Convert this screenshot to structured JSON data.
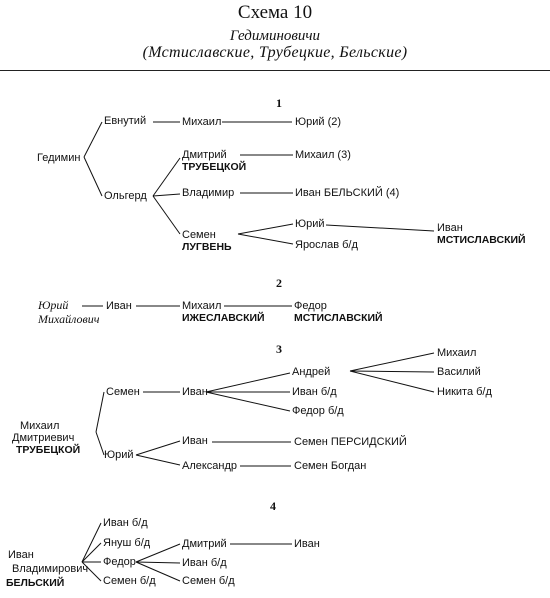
{
  "header": {
    "title": "Схема 10",
    "subtitle": "Гедиминовичи",
    "subtitle2": "(Мстиславские, Трубецкие, Бельские)"
  },
  "s1": {
    "num": "1",
    "gedimin": "Гедимин",
    "evnutiy": "Евнутий",
    "mikhail": "Михаил",
    "yuriy2": "Юрий (2)",
    "olgerd": "Ольгерд",
    "dmitriy": "Дмитрий",
    "trubetskoy": "ТРУБЕЦКОЙ",
    "mikhail3": "Михаил (3)",
    "vladimir": "Владимир",
    "ivan_belsky": "Иван БЕЛЬСКИЙ (4)",
    "semen": "Семен",
    "lugven": "ЛУГВЕНЬ",
    "yuriy": "Юрий",
    "ivan": "Иван",
    "mstislavsky": "МСТИСЛАВСКИЙ",
    "yaroslav": "Ярослав б/д"
  },
  "s2": {
    "num": "2",
    "yuriy": "Юрий",
    "mikhailovich": "Михайлович",
    "ivan": "Иван",
    "mikhail": "Михаил",
    "izheslavsky": "ИЖЕСЛАВСКИЙ",
    "fedor": "Федор",
    "mstislavsky": "МСТИСЛАВСКИЙ"
  },
  "s3": {
    "num": "3",
    "mikhail": "Михаил",
    "dmitrievich": "Дмитриевич",
    "trubetskoy": "ТРУБЕЦКОЙ",
    "semen": "Семен",
    "ivan": "Иван",
    "andrey": "Андрей",
    "mikhail2": "Михаил",
    "vasiliy": "Василий",
    "nikita": "Никита б/д",
    "ivan_bd": "Иван б/д",
    "fedor_bd": "Федор б/д",
    "yuriy": "Юрий",
    "ivan2": "Иван",
    "semen_persidsky": "Семен ПЕРСИДСКИЙ",
    "aleksandr": "Александр",
    "semen_bogdan": "Семен Богдан"
  },
  "s4": {
    "num": "4",
    "ivan": "Иван",
    "vladimirovich": "Владимирович",
    "belsky": "БЕЛЬСКИЙ",
    "ivan_bd": "Иван б/д",
    "yanush_bd": "Януш б/д",
    "fedor": "Федор",
    "semen_bd": "Семен б/д",
    "dmitriy": "Дмитрий",
    "ivan2": "Иван",
    "ivan_bd2": "Иван б/д",
    "semen_bd2": "Семен б/д"
  }
}
